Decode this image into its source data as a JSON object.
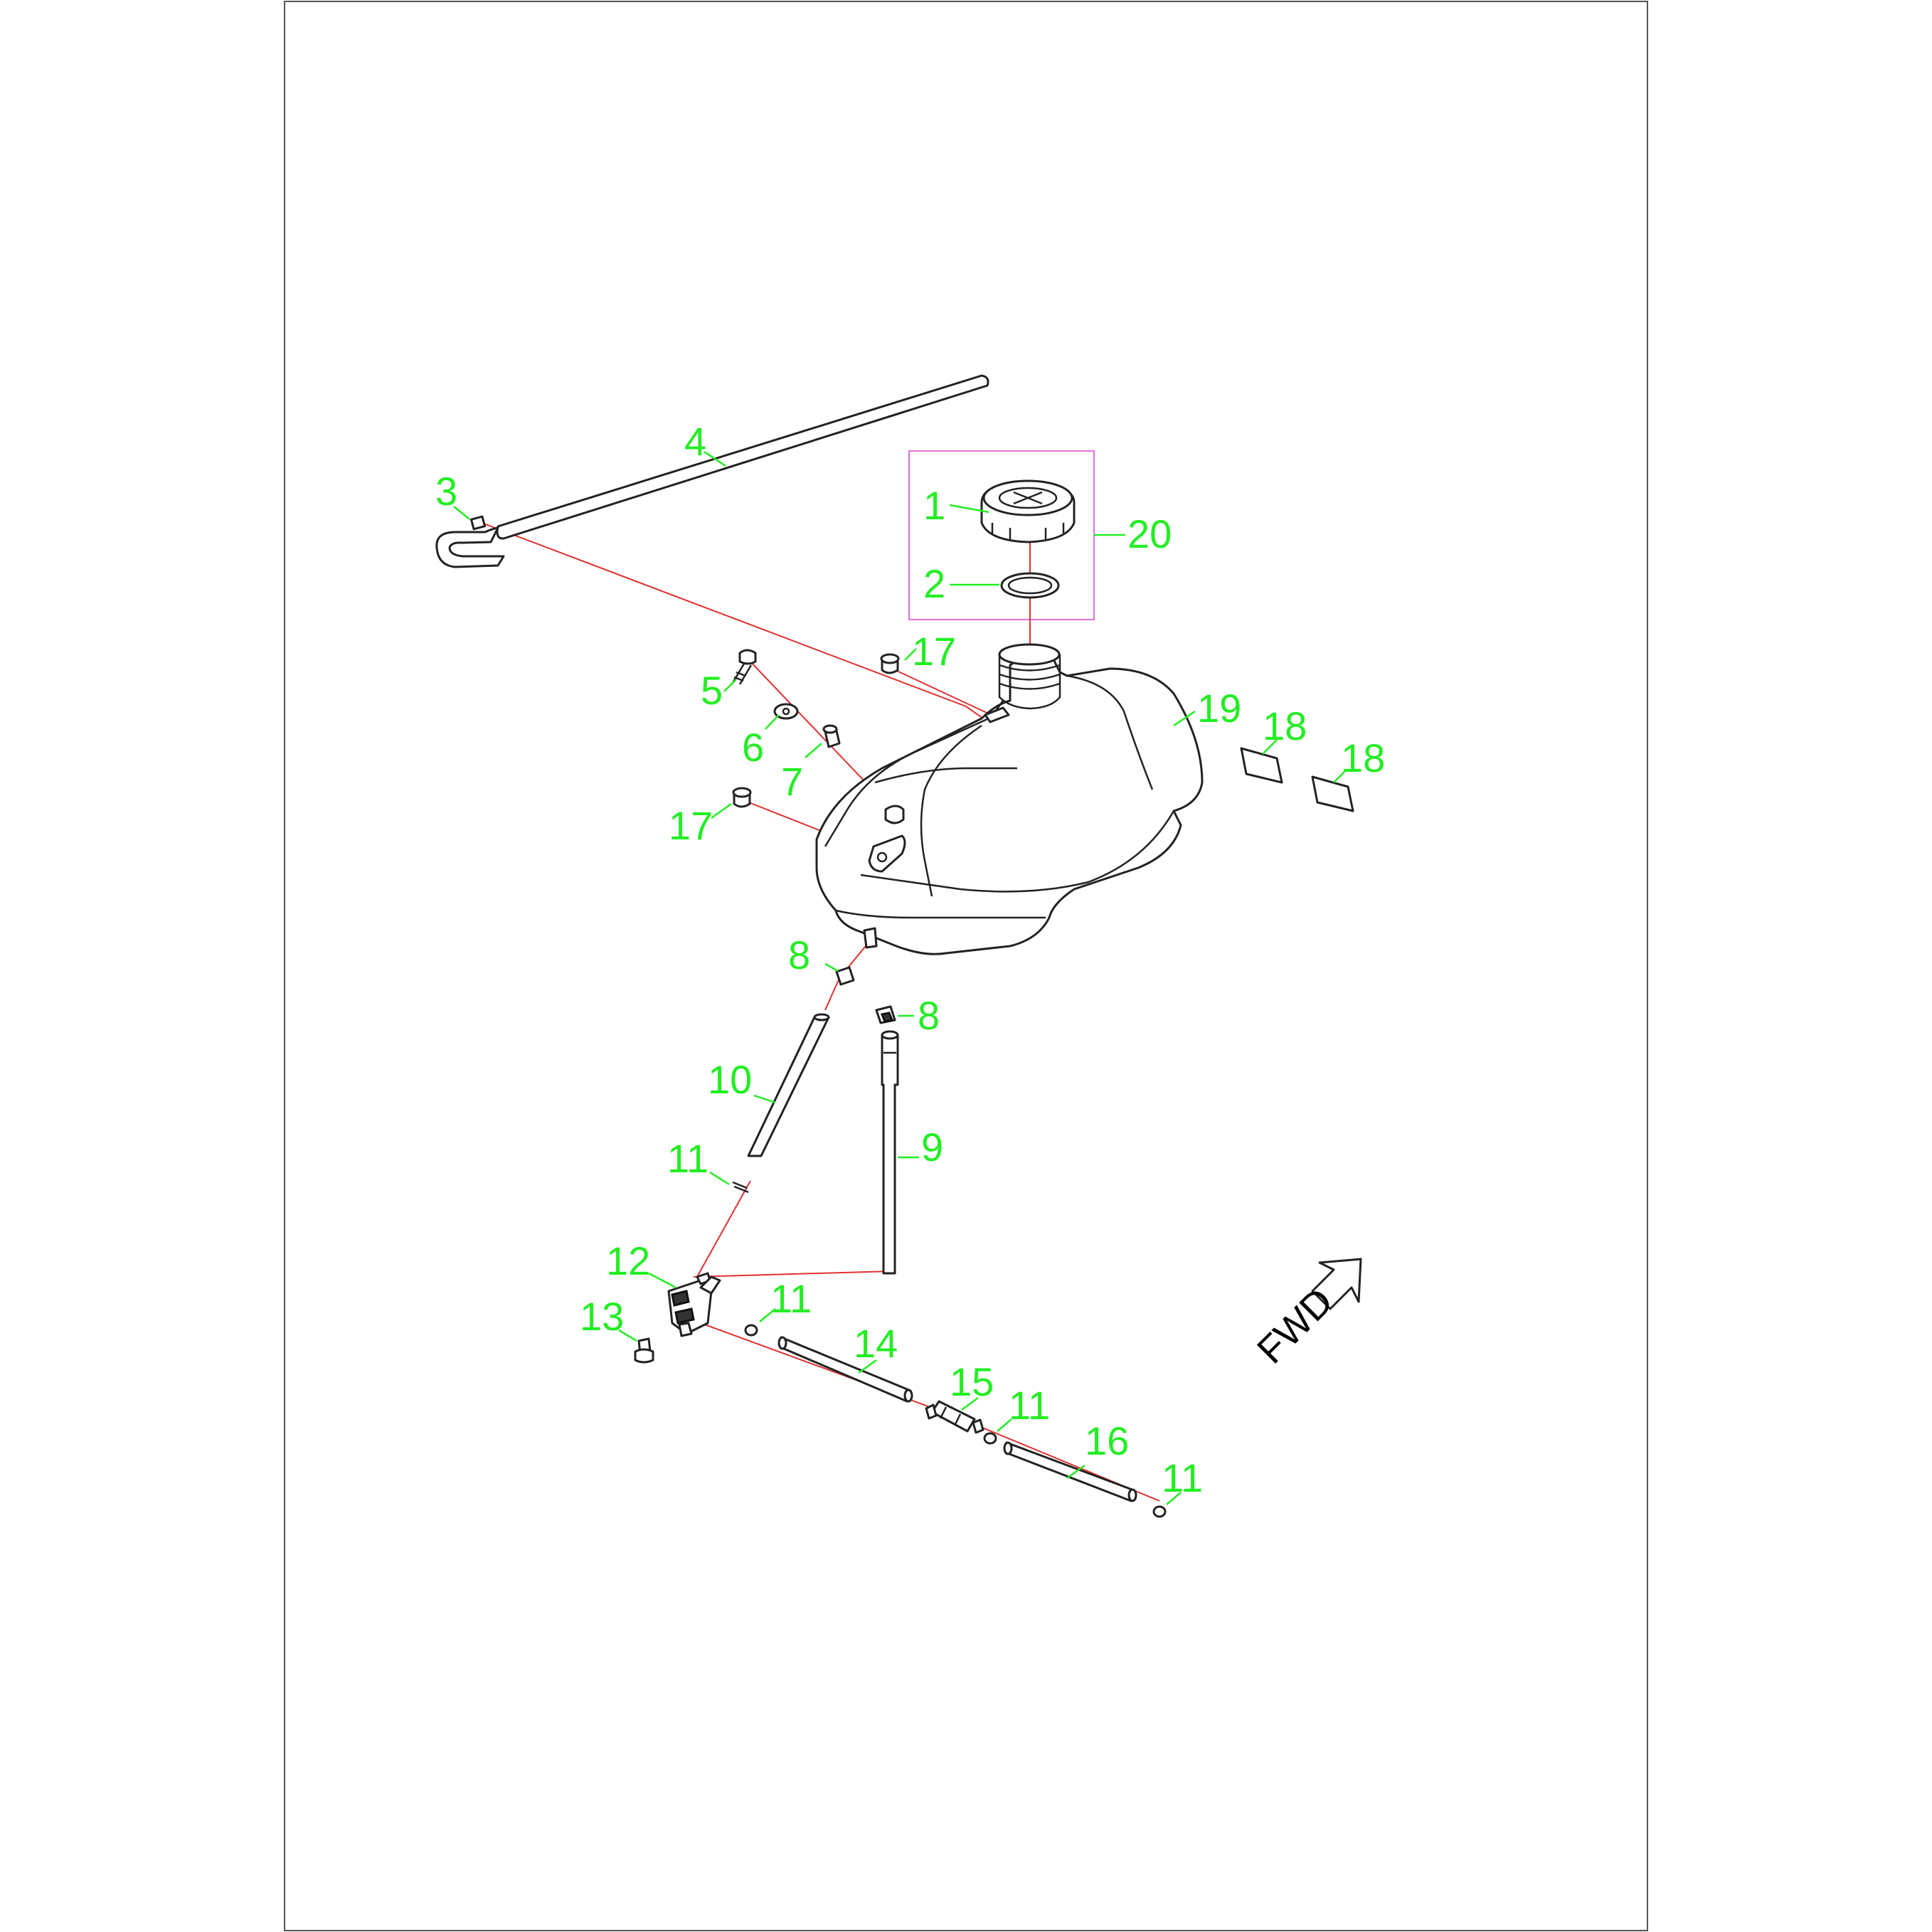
{
  "parts": [
    {
      "num": "1"
    },
    {
      "num": "2"
    },
    {
      "num": "20"
    },
    {
      "num": "3"
    },
    {
      "num": "4"
    },
    {
      "num": "5"
    },
    {
      "num": "6"
    },
    {
      "num": "7"
    },
    {
      "num": "17"
    },
    {
      "num": "17"
    },
    {
      "num": "19"
    },
    {
      "num": "18"
    },
    {
      "num": "18"
    },
    {
      "num": "8"
    },
    {
      "num": "8"
    },
    {
      "num": "10"
    },
    {
      "num": "9"
    },
    {
      "num": "11"
    },
    {
      "num": "12"
    },
    {
      "num": "13"
    },
    {
      "num": "11"
    },
    {
      "num": "14"
    },
    {
      "num": "15"
    },
    {
      "num": "11"
    },
    {
      "num": "16"
    },
    {
      "num": "11"
    }
  ],
  "direction_label": "FWD",
  "colors": {
    "callout": "#22ee22",
    "leader": "#e03030",
    "group_box": "#e070e0",
    "frame": "#555555"
  }
}
